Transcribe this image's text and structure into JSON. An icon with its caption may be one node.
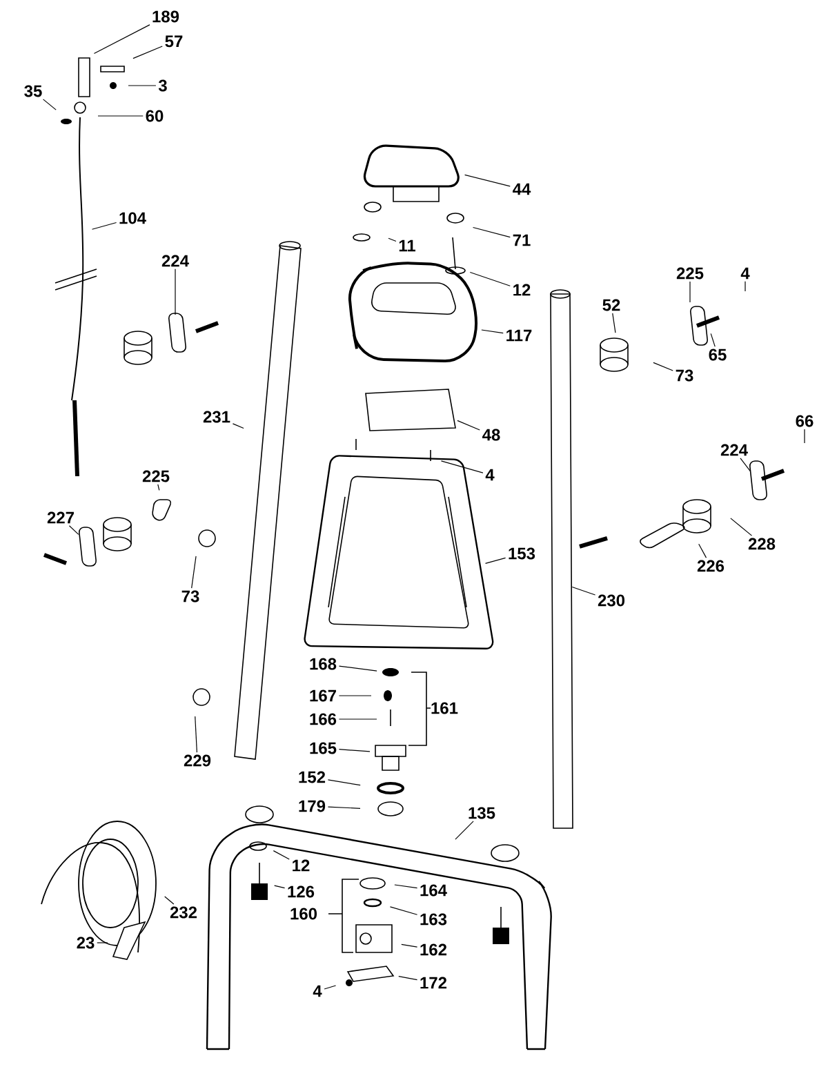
{
  "diagram": {
    "nodes": [
      {
        "text": [
          "189"
        ]
      },
      {
        "text": [
          "57"
        ]
      },
      {
        "text": [
          "3"
        ]
      },
      {
        "text": [
          "35"
        ]
      },
      {
        "text": [
          "60"
        ]
      },
      {
        "text": [
          "104"
        ]
      },
      {
        "text": [
          "224"
        ]
      },
      {
        "text": [
          "44"
        ]
      },
      {
        "text": [
          "11"
        ]
      },
      {
        "text": [
          "71"
        ]
      },
      {
        "text": [
          "12"
        ]
      },
      {
        "text": [
          "225"
        ]
      },
      {
        "text": [
          "4"
        ]
      },
      {
        "text": [
          "52"
        ]
      },
      {
        "text": [
          "65"
        ]
      },
      {
        "text": [
          "73"
        ]
      },
      {
        "text": [
          "117"
        ]
      },
      {
        "text": [
          "231"
        ]
      },
      {
        "text": [
          "48"
        ]
      },
      {
        "text": [
          "4"
        ]
      },
      {
        "text": [
          "66"
        ]
      },
      {
        "text": [
          "225"
        ]
      },
      {
        "text": [
          "224"
        ]
      },
      {
        "text": [
          "227"
        ]
      },
      {
        "text": [
          "153"
        ]
      },
      {
        "text": [
          "228"
        ]
      },
      {
        "text": [
          "226"
        ]
      },
      {
        "text": [
          "73"
        ]
      },
      {
        "text": [
          "230"
        ]
      },
      {
        "text": [
          "168"
        ]
      },
      {
        "text": [
          "167"
        ]
      },
      {
        "text": [
          "166"
        ]
      },
      {
        "text": [
          "165"
        ]
      },
      {
        "text": [
          "229"
        ]
      },
      {
        "text": [
          "152"
        ]
      },
      {
        "text": [
          "179"
        ]
      },
      {
        "text": [
          "135"
        ]
      },
      {
        "text": [
          "12"
        ]
      },
      {
        "text": [
          "126"
        ]
      },
      {
        "text": [
          "164"
        ]
      },
      {
        "text": [
          "232"
        ]
      },
      {
        "text": [
          "163"
        ]
      },
      {
        "text": [
          "162"
        ]
      },
      {
        "text": [
          "23"
        ]
      },
      {
        "text": [
          "4"
        ]
      },
      {
        "text": [
          "172"
        ]
      }
    ],
    "edges": [
      {
        "from": 0,
        "to": null,
        "arrow": "none"
      },
      {
        "from": 1,
        "to": null,
        "arrow": "none"
      },
      {
        "from": 2,
        "to": null,
        "arrow": "none"
      },
      {
        "from": 3,
        "to": null,
        "arrow": "none"
      },
      {
        "from": 4,
        "to": null,
        "arrow": "none"
      },
      {
        "from": 5,
        "to": null,
        "arrow": "none"
      },
      {
        "from": 6,
        "to": null,
        "arrow": "none"
      },
      {
        "from": 7,
        "to": null,
        "arrow": "none"
      },
      {
        "from": 8,
        "to": null,
        "arrow": "none"
      },
      {
        "from": 9,
        "to": null,
        "arrow": "none"
      },
      {
        "from": 10,
        "to": null,
        "arrow": "none"
      },
      {
        "from": 11,
        "to": null,
        "arrow": "none"
      },
      {
        "from": 12,
        "to": null,
        "arrow": "none"
      },
      {
        "from": 13,
        "to": null,
        "arrow": "none"
      },
      {
        "from": 14,
        "to": null,
        "arrow": "none"
      },
      {
        "from": 15,
        "to": null,
        "arrow": "none"
      },
      {
        "from": 16,
        "to": null,
        "arrow": "none"
      },
      {
        "from": 17,
        "to": null,
        "arrow": "none"
      },
      {
        "from": 18,
        "to": null,
        "arrow": "none"
      },
      {
        "from": 19,
        "to": null,
        "arrow": "none"
      },
      {
        "from": 20,
        "to": null,
        "arrow": "none"
      },
      {
        "from": 21,
        "to": null,
        "arrow": "none"
      },
      {
        "from": 22,
        "to": null,
        "arrow": "none"
      },
      {
        "from": 23,
        "to": null,
        "arrow": "none"
      },
      {
        "from": 24,
        "to": null,
        "arrow": "none"
      },
      {
        "from": 25,
        "to": null,
        "arrow": "none"
      },
      {
        "from": 26,
        "to": null,
        "arrow": "none"
      },
      {
        "from": 27,
        "to": null,
        "arrow": "none"
      },
      {
        "from": 28,
        "to": null,
        "arrow": "none"
      },
      {
        "from": 29,
        "to": null,
        "arrow": "none"
      },
      {
        "from": 30,
        "to": null,
        "arrow": "none"
      },
      {
        "from": 31,
        "to": null,
        "arrow": "none"
      },
      {
        "from": 32,
        "to": null,
        "arrow": "none"
      },
      {
        "from": 33,
        "to": null,
        "arrow": "none"
      },
      {
        "from": 34,
        "to": null,
        "arrow": "none"
      },
      {
        "from": 35,
        "to": null,
        "arrow": "none"
      },
      {
        "from": 36,
        "to": null,
        "arrow": "none"
      },
      {
        "from": 37,
        "to": null,
        "arrow": "none"
      },
      {
        "from": 38,
        "to": null,
        "arrow": "none"
      },
      {
        "from": 39,
        "to": null,
        "arrow": "none"
      },
      {
        "from": 40,
        "to": null,
        "arrow": "none"
      },
      {
        "from": 41,
        "to": null,
        "arrow": "none"
      },
      {
        "from": 42,
        "to": null,
        "arrow": "none"
      },
      {
        "from": 43,
        "to": null,
        "arrow": "none"
      },
      {
        "from": 44,
        "to": null,
        "arrow": "none"
      },
      {
        "from": 45,
        "to": null,
        "arrow": "none"
      }
    ],
    "labels": [
      "161",
      "160"
    ]
  }
}
